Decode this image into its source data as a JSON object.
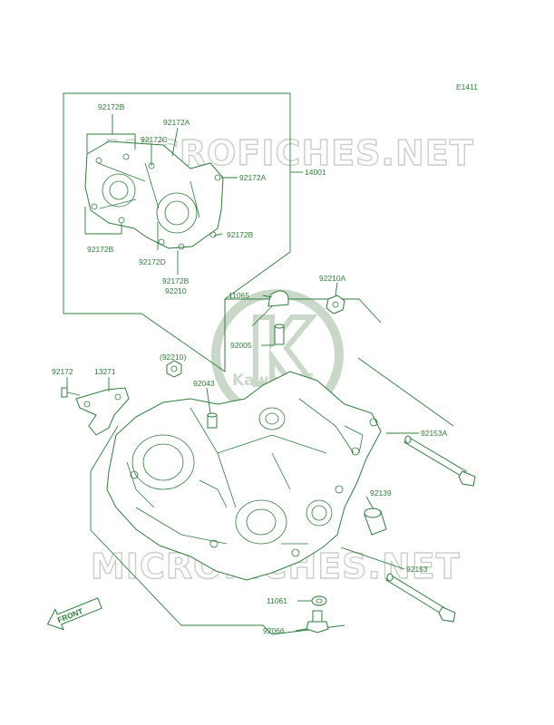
{
  "diagram": {
    "id_code": "E1411",
    "watermark": "MICROFICHES.NET",
    "logo_text": "Kawasaki",
    "front_label": "FRONT",
    "accent_color": "#2f7d3a",
    "watermark_color": "#c9cfc9"
  },
  "labels": {
    "p92172b_top": "92172B",
    "p92172a_top": "92172A",
    "p92172c": "92172C",
    "p92172a_right": "92172A",
    "p14001": "14001",
    "p92172b_left": "92172B",
    "p92172d": "92172D",
    "p92172b_right": "92172B",
    "p92172b_bottom": "92172B",
    "p92210": "92210",
    "p92210a": "92210A",
    "p11065": "11065",
    "p92005": "92005",
    "p92210_paren": "(92210)",
    "p92172": "92172",
    "p13271": "13271",
    "p92043": "92043",
    "p92153a": "92153A",
    "p92139": "92139",
    "p92153": "92153",
    "p11061": "11061",
    "p92066": "92066"
  }
}
